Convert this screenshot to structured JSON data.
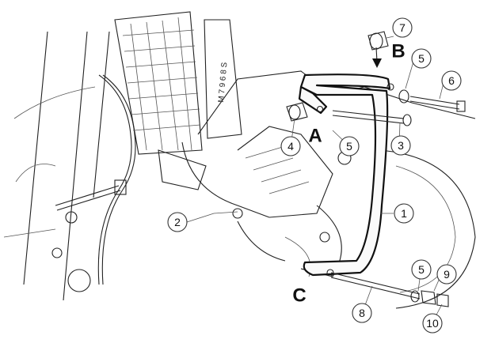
{
  "diagram": {
    "radiator_label": "M 7 9 6 8 S",
    "letters": [
      "A",
      "B",
      "C"
    ],
    "callouts": [
      "1",
      "2",
      "3",
      "4",
      "5",
      "5",
      "5",
      "6",
      "7",
      "8",
      "9",
      "10"
    ]
  },
  "colors": {
    "ink": "#111111",
    "background": "#ffffff"
  }
}
